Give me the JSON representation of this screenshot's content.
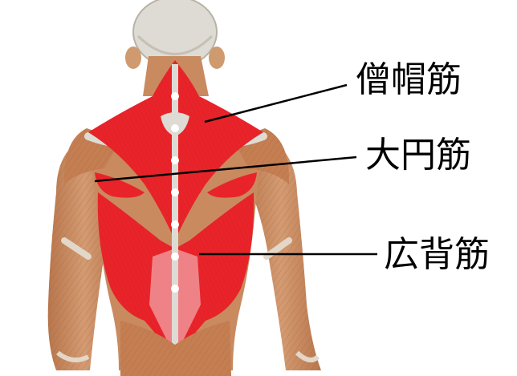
{
  "labels": [
    {
      "text": "僧帽筋"
    },
    {
      "text": "大円筋"
    },
    {
      "text": "広背筋"
    }
  ],
  "colors": {
    "highlight": "#e8242a",
    "muscle": "#c98a60",
    "bone": "#d9d6cf",
    "leader": "#000000"
  }
}
